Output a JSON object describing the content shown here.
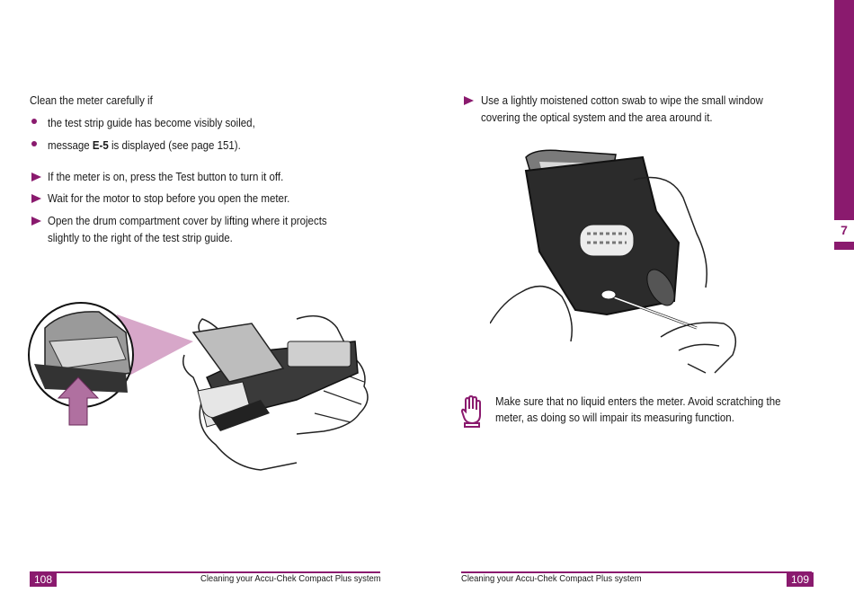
{
  "left_page": {
    "intro": "Clean the meter carefully if",
    "bullets": [
      {
        "text": "the test strip guide has become visibly soiled,"
      },
      {
        "prefix": "message ",
        "bold": "E-5",
        "suffix": " is displayed (see page 151)."
      }
    ],
    "steps": [
      "If the meter is on, press the Test button to turn it off.",
      "Wait for the motor to stop before you open the meter.",
      "Open the drum compartment cover by lifting where it projects",
      "slightly to the right of the test strip guide."
    ],
    "page_number": "108",
    "footer": "Cleaning your Accu-Chek Compact Plus system"
  },
  "right_page": {
    "steps": [
      "Use a lightly moistened cotton swab to wipe the small window",
      "covering the optical system and the area around it."
    ],
    "note_lines": [
      "Make sure that no liquid enters the meter. Avoid scratching the",
      "meter, as doing so will impair its measuring function."
    ],
    "page_number": "109",
    "footer": "Cleaning your Accu-Chek Compact Plus system",
    "chapter_tab": "7"
  },
  "colors": {
    "accent": "#8a1a6e",
    "highlight": "#d7a7c9",
    "arrow_fill": "#b070a0"
  },
  "icons": [
    "bullet-arrow-icon",
    "bullet-dot-icon",
    "caution-hand-icon"
  ]
}
